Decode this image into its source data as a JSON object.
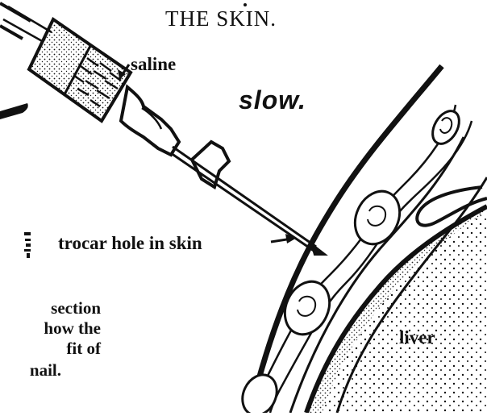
{
  "page": {
    "title": "THE SKIN.",
    "annotation": "slow.",
    "caption_lines": [
      "section",
      "how the",
      "fit of",
      "nail."
    ]
  },
  "labels": {
    "saline": "saline",
    "trocar": "trocar hole in skin",
    "liver": "liver"
  }
}
